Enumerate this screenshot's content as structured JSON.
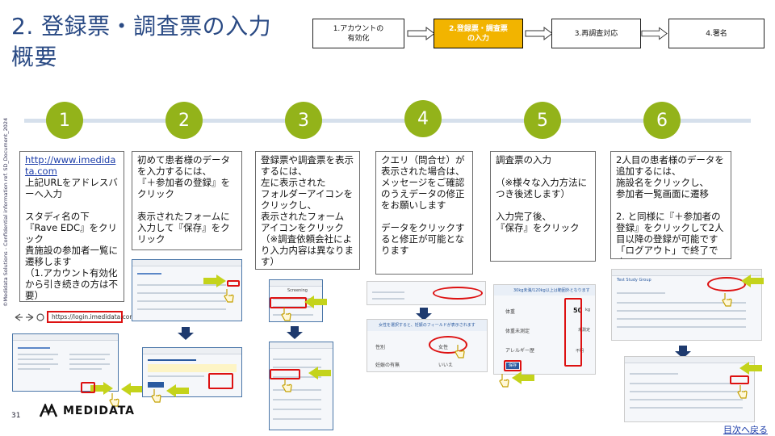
{
  "page": {
    "title": "2. 登録票・調査票の入力\n概要",
    "page_number": "31",
    "back_link": "目次へ戻る",
    "logo_text": "MEDIDATA",
    "side_notice": "©Medidata Solutions - Confidential information  ref. SD_Document_2024"
  },
  "flow": [
    {
      "label": "1.アカウントの\n有効化",
      "active": false
    },
    {
      "label": "2.登録票・調査票\nの入力",
      "active": true
    },
    {
      "label": "3.再調査対応",
      "active": false
    },
    {
      "label": "4.署名",
      "active": false
    }
  ],
  "steps": [
    {
      "num": "1",
      "link": "http://www.imedidata.com",
      "text": "上記URLをアドレスバーへ入力\n\nスタディ名の下\n『Rave EDC』をクリック\n貴施設の参加者一覧に遷移します\n（1.アカウント有効化から引き続きの方は不要）"
    },
    {
      "num": "2",
      "text": "初めて患者様のデータを入力するには、\n『＋参加者の登録』をクリック\n\n表示されたフォームに入力して『保存』をクリック"
    },
    {
      "num": "3",
      "text": "登録票や調査票を表示するには、\n左に表示された\nフォルダーアイコンをクリックし、\n表示されたフォーム\nアイコンをクリック\n（※調査依頼会社により入力内容は異なります）"
    },
    {
      "num": "4",
      "text": "クエリ（問合せ）が表示された場合は、メッセージをご確認のうえデータの修正をお願いします\n\nデータをクリックすると修正が可能となります"
    },
    {
      "num": "5",
      "text": "調査票の入力\n\n（※様々な入力方法につき後述します）\n\n入力完了後、\n『保存』をクリック"
    },
    {
      "num": "6",
      "text": "2人目の患者様のデータを追加するには、\n施設名をクリックし、\n参加者一覧画面に遷移\n\n2. と同様に『＋参加者の登録』をクリックして2人目以降の登録が可能です\n「ログアウト」で終了です"
    }
  ],
  "shots": {
    "url_bar": "https://login.imedidata.com/",
    "query_field": "女性",
    "query_field2": "いいえ",
    "query_row1": "性別",
    "query_row2": "妊娠の有無",
    "query_banner": "女性を選択すると、妊娠のフィールドが表示されます",
    "s5_banner": "30kg未満/120kg以上は範囲外となります",
    "s5_rows": [
      "体重",
      "体重未測定",
      "アレルギー歴"
    ],
    "s5_val": "50",
    "s5_unit": "kg",
    "s5_note1": "未測定",
    "s5_note2": "不明",
    "save_label": "保存",
    "site_name": "Test Study Group",
    "nav_item": "Screening"
  },
  "colors": {
    "accent_green": "#93b31a",
    "active_flow": "#f2b400",
    "title_blue": "#2a4a84",
    "highlight_red": "#dd1111",
    "arrow_green": "#c4d31b",
    "arrow_navy": "#1e3a6e"
  }
}
